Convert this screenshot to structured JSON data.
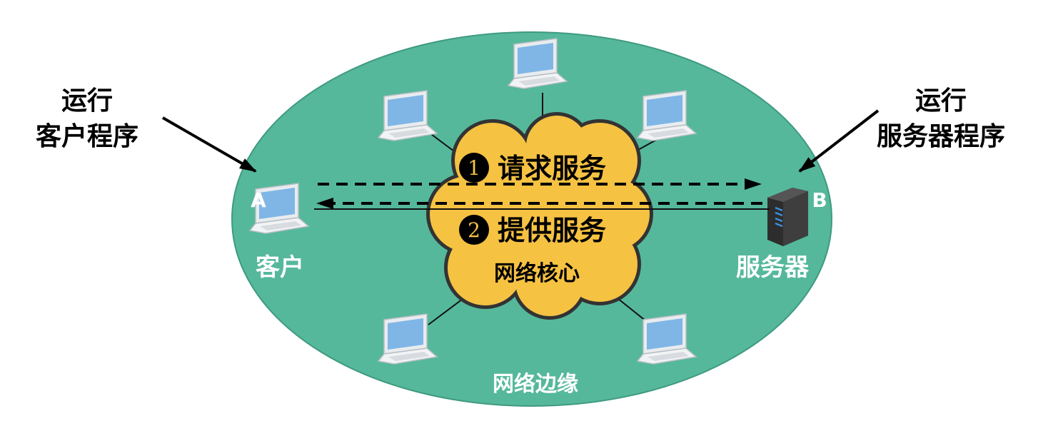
{
  "left_annotation": {
    "line1": "运行",
    "line2": "客户程序"
  },
  "right_annotation": {
    "line1": "运行",
    "line2": "服务器程序"
  },
  "client": {
    "letter": "A",
    "label": "客户"
  },
  "server": {
    "letter": "B",
    "label": "服务器"
  },
  "core": {
    "step1_num": "1",
    "step1_label": "请求服务",
    "step2_num": "2",
    "step2_label": "提供服务",
    "label": "网络核心"
  },
  "edge_label": "网络边缘",
  "colors": {
    "edge": "#55b89b",
    "core": "#f5c242",
    "text_white": "#ffffff"
  }
}
